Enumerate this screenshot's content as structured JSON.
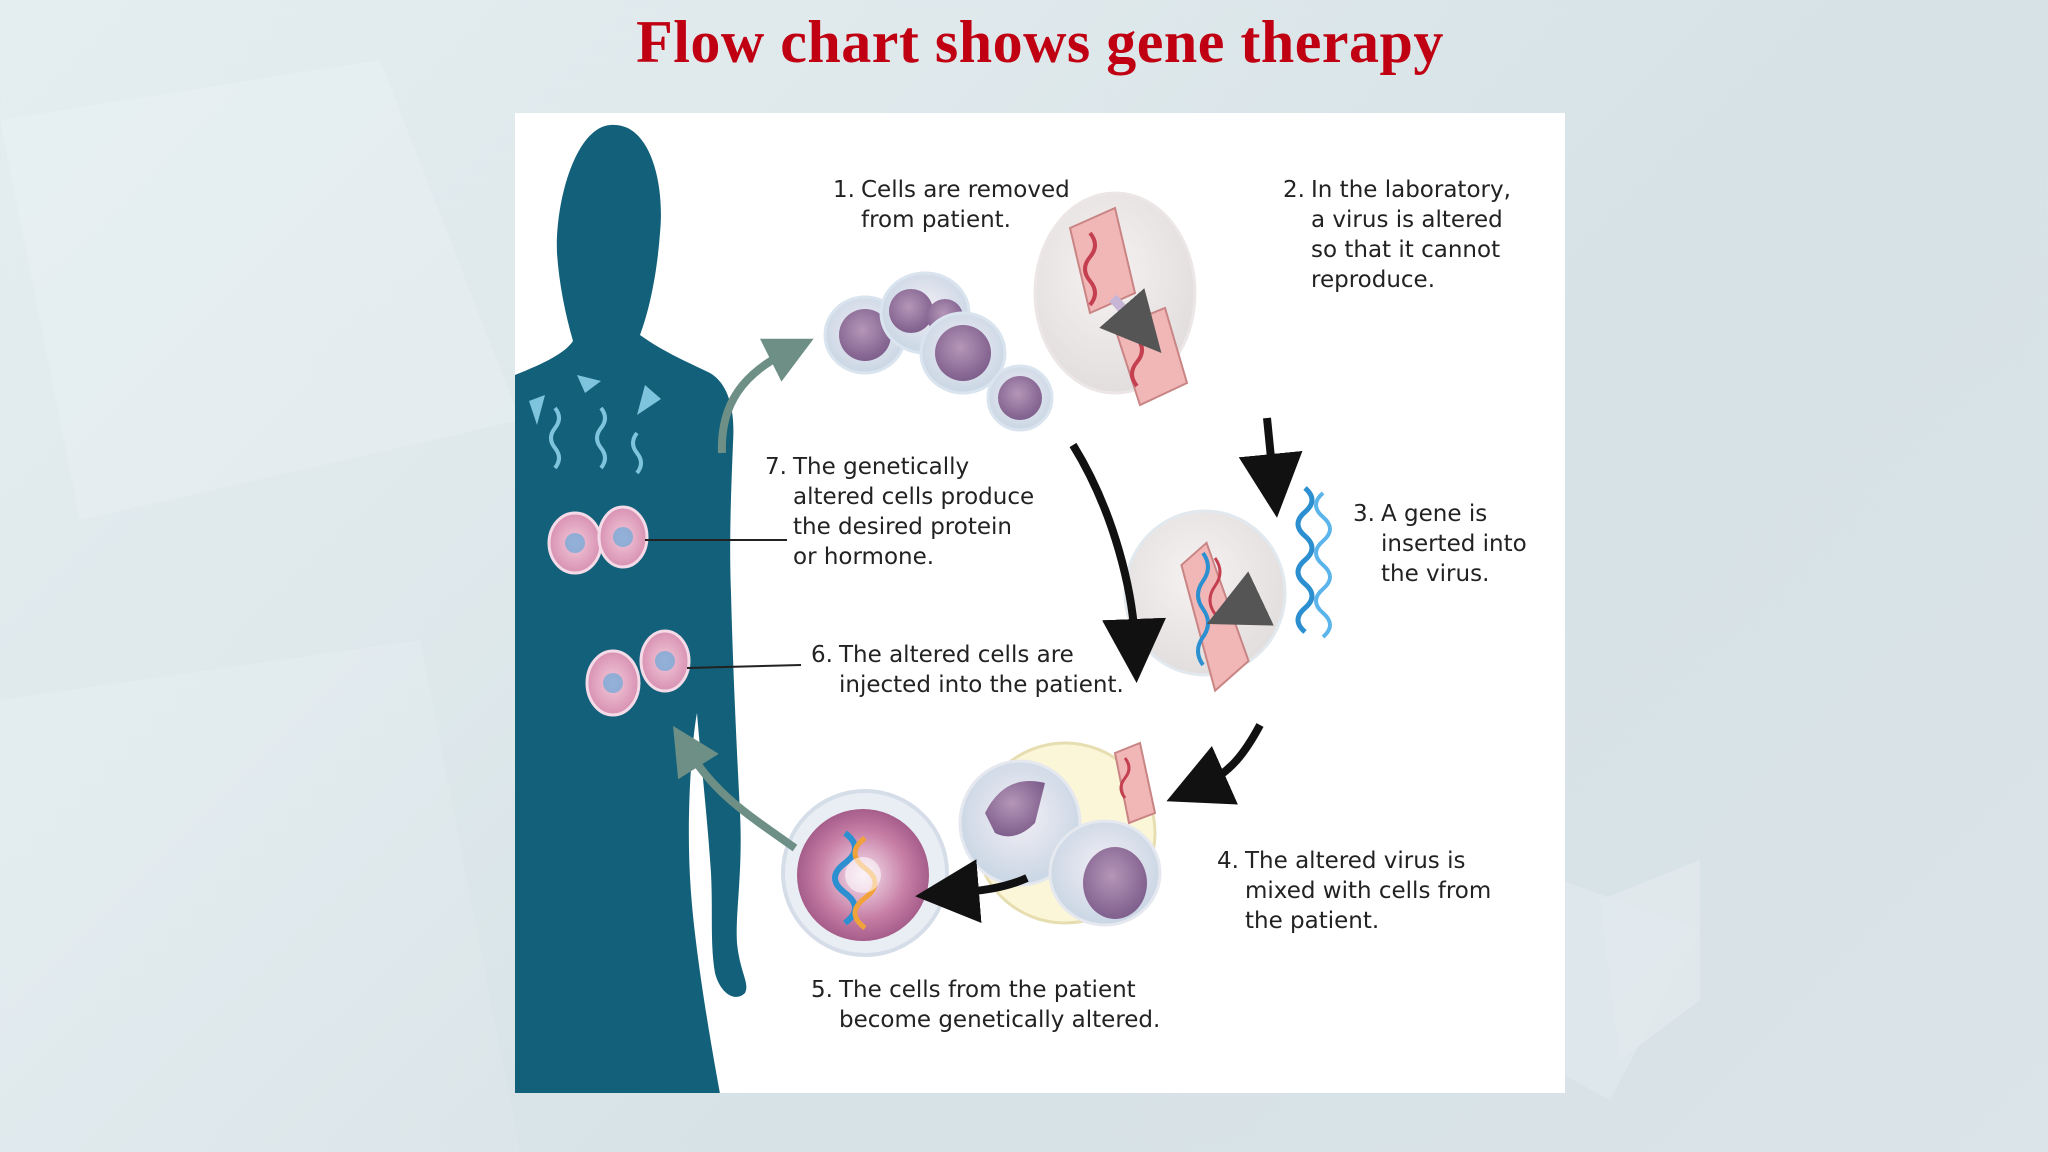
{
  "title": "Flow chart shows gene therapy",
  "colors": {
    "title": "#c00012",
    "silhouette": "#13607a",
    "cell_fill": "#cfc3dc",
    "cell_nucleus": "#8e6f97",
    "virus": "#e89a9a",
    "gene": "#2b8fd0",
    "arrow": "#111111"
  },
  "steps": [
    {
      "num": "1.",
      "lines": [
        "Cells are removed",
        "from patient."
      ]
    },
    {
      "num": "2.",
      "lines": [
        "In the laboratory,",
        "a virus is altered",
        "so that it cannot",
        "reproduce."
      ]
    },
    {
      "num": "3.",
      "lines": [
        "A gene is",
        "inserted into",
        "the virus."
      ]
    },
    {
      "num": "4.",
      "lines": [
        "The altered virus is",
        "mixed with cells from",
        "the patient."
      ]
    },
    {
      "num": "5.",
      "lines": [
        "The cells from the patient",
        "become genetically altered."
      ]
    },
    {
      "num": "6.",
      "lines": [
        "The altered cells are",
        "injected into the patient."
      ]
    },
    {
      "num": "7.",
      "lines": [
        "The genetically",
        "altered cells produce",
        "the desired protein",
        "or hormone."
      ]
    }
  ]
}
